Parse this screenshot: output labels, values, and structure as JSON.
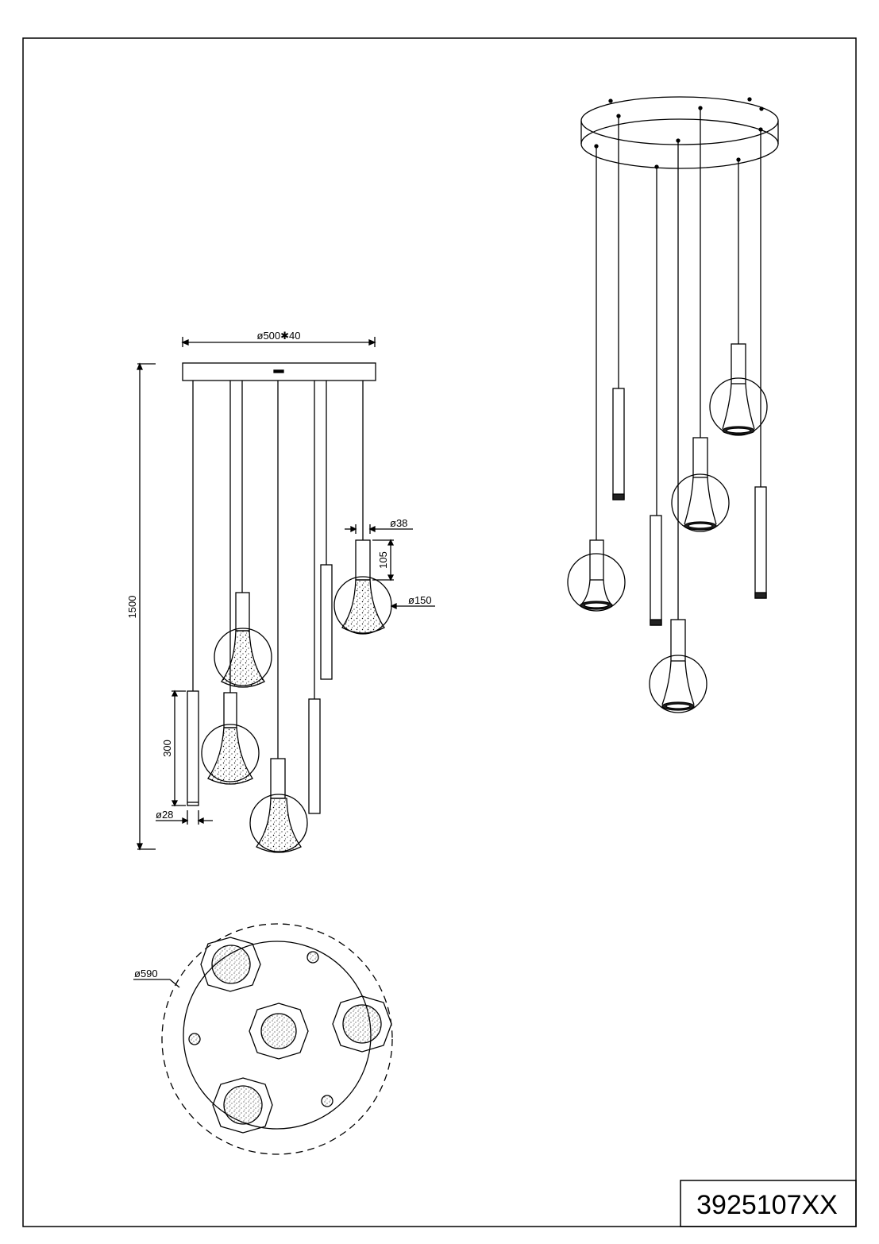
{
  "drawing": {
    "part_number": "3925107XX",
    "dimensions": {
      "canopy": "ø500✱40",
      "total_height": "1500",
      "tube_diameter": "ø38",
      "tube_height": "105",
      "shade_diameter": "ø150",
      "cylinder_length": "300",
      "cylinder_diameter": "ø28",
      "bottom_view_diameter": "ø590"
    }
  }
}
